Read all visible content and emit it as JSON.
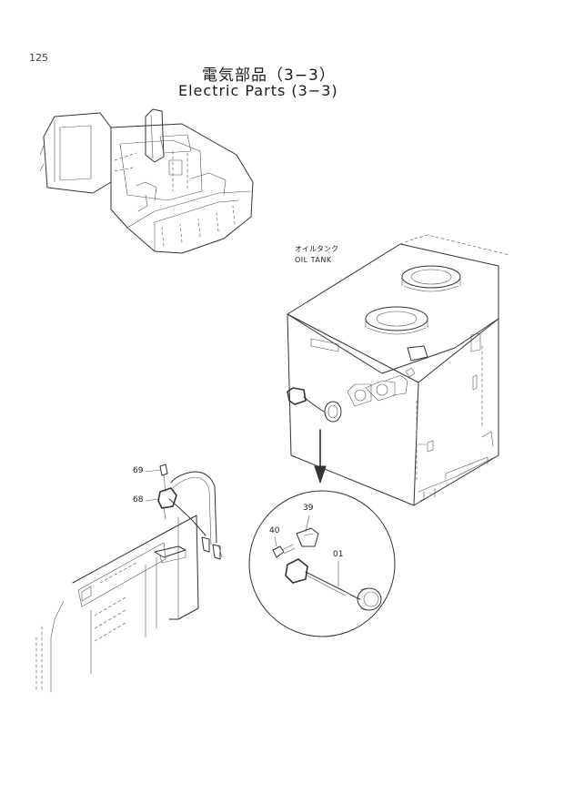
{
  "page": {
    "number": "125",
    "title_jp": "電気部品（3−3）",
    "title_en": "Electric Parts (3−3)"
  },
  "labels": {
    "oil_tank_jp": "オイルタンク",
    "oil_tank_en": "OIL TANK"
  },
  "callouts": {
    "c69": "69",
    "c68": "68",
    "c39": "39",
    "c40": "40",
    "c01": "01"
  },
  "colors": {
    "line": "#333333",
    "background": "#ffffff"
  }
}
